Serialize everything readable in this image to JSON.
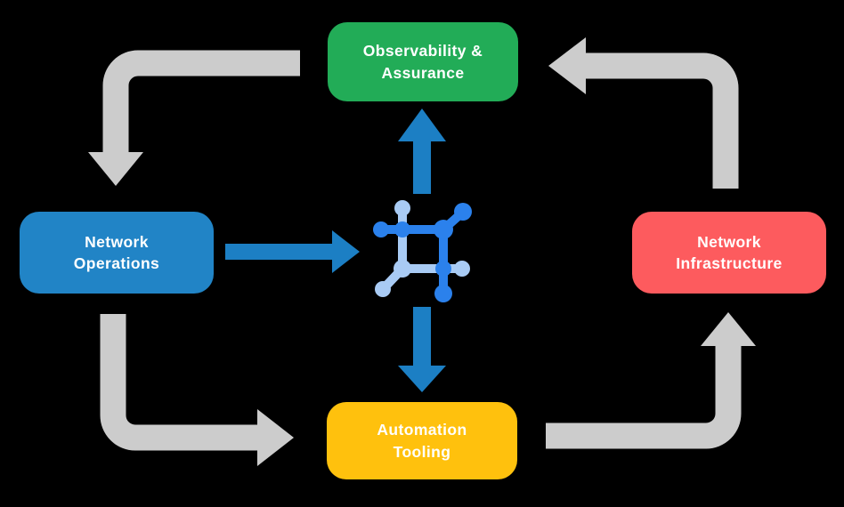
{
  "diagram": {
    "nodes": {
      "observability": {
        "label": "Observability &\nAssurance",
        "color": "#22AC57"
      },
      "operations": {
        "label": "Network\nOperations",
        "color": "#2184C6"
      },
      "infrastructure": {
        "label": "Network\nInfrastructure",
        "color": "#FD5B5E"
      },
      "automation": {
        "label": "Automation\nTooling",
        "color": "#FFC10D"
      }
    },
    "colors": {
      "background": "#000000",
      "cycle_arrow": "#CCCCCC",
      "blue_arrow": "#1C7FC4",
      "icon_dark": "#2B81EC",
      "icon_light": "#A9CBF4",
      "label_text": "#FFFFFF"
    },
    "icons": {
      "center": "network-automation-icon"
    }
  }
}
